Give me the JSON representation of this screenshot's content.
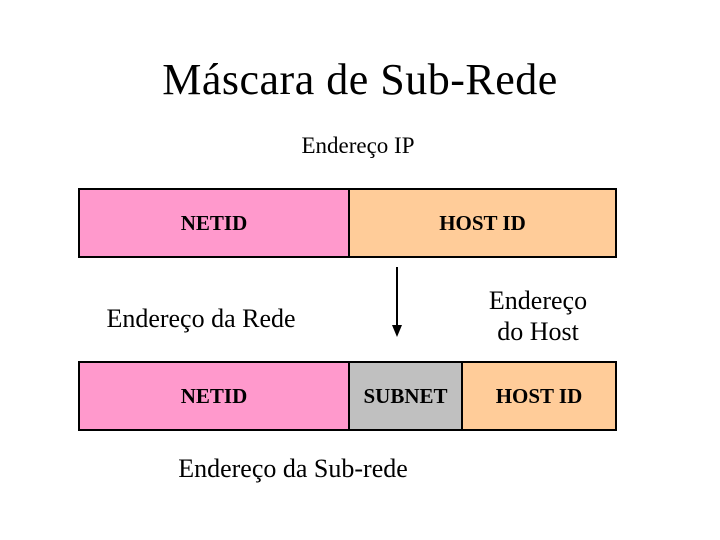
{
  "slide": {
    "title": "Máscara de Sub-Rede",
    "subtitle": "Endereço IP"
  },
  "colors": {
    "background": "#FFFFFF",
    "text": "#000000",
    "border": "#000000",
    "netid": "#FF99CC",
    "subnet": "#C0C0C0",
    "hostid": "#FFCC99",
    "arrow": "#000000"
  },
  "ip_bar": {
    "segments": [
      {
        "label": "NETID"
      },
      {
        "label": "HOST ID"
      }
    ]
  },
  "subnet_bar": {
    "segments": [
      {
        "label": "NETID"
      },
      {
        "label": "SUBNET"
      },
      {
        "label": "HOST ID"
      }
    ]
  },
  "captions": {
    "network_address": "Endereço da Rede",
    "host_address_line1": "Endereço",
    "host_address_line2": "do Host",
    "subnet_address": "Endereço da Sub-rede"
  }
}
